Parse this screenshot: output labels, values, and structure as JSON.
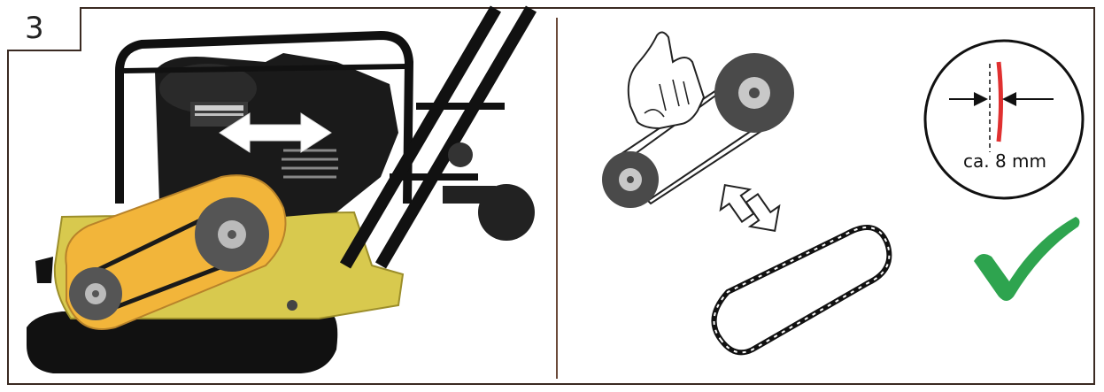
{
  "step": {
    "number": "3"
  },
  "measurement": {
    "label": "ca. 8 mm"
  },
  "colors": {
    "frame": "#3a2a22",
    "divider": "#6b4a3a",
    "belt_cover": "#f2b53a",
    "machine_yellow": "#d6c84a",
    "pulley_gray": "#555555",
    "check_green": "#2ea44f",
    "indicator_red": "#e03030"
  },
  "icons": [
    "plate-compactor-machine",
    "double-arrow-icon",
    "belt-pulley-diagram",
    "hand-icon",
    "swap-arrows-icon",
    "v-belt-loop-icon",
    "measurement-circle-icon",
    "check-icon"
  ]
}
